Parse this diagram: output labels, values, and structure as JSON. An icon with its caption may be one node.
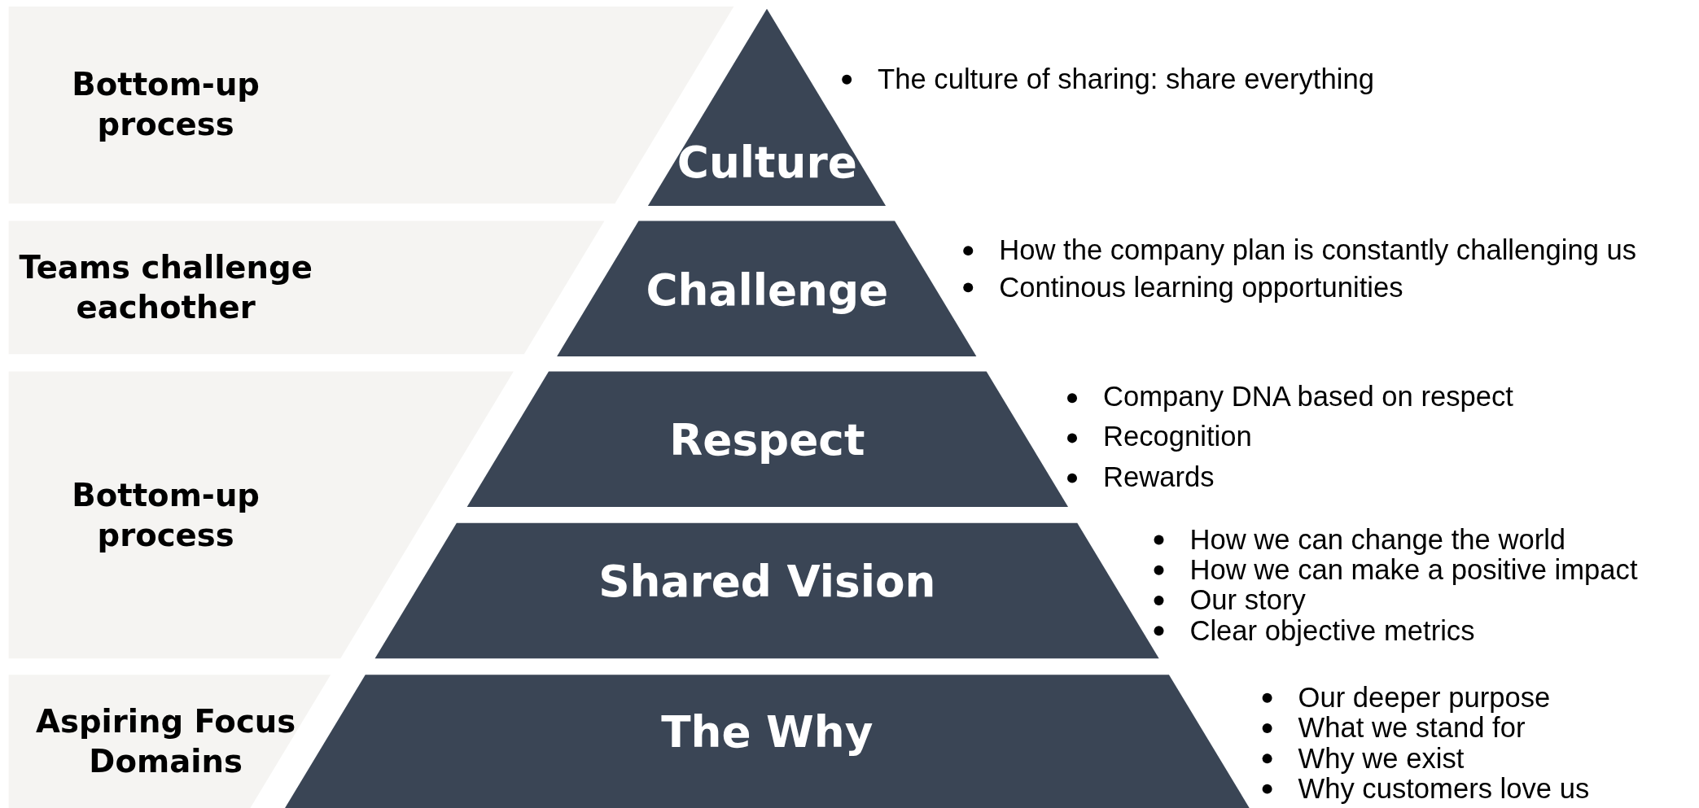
{
  "diagram": {
    "nodes": [
      {
        "text": [
          "Bottom-up process"
        ]
      },
      {
        "text": [
          "Culture"
        ],
        "beside": [
          "The culture of sharing: share everything"
        ]
      },
      {
        "text": [
          "Teams challenge eachother"
        ]
      },
      {
        "text": [
          "Challenge"
        ],
        "beside": [
          "How the company plan is constantly challenging us",
          "Continous learning opportunities"
        ]
      },
      {
        "text": [
          "Bottom-up process"
        ]
      },
      {
        "text": [
          "Respect"
        ],
        "beside": [
          "Company DNA based on respect",
          "Recognition",
          "Rewards"
        ]
      },
      {
        "text": [
          "Shared Vision"
        ],
        "beside": [
          "How we can change the world",
          "How we can make a positive impact",
          "Our story",
          "Clear objective metrics"
        ]
      },
      {
        "text": [
          "Aspiring Focus Domains"
        ]
      },
      {
        "text": [
          "The Why"
        ],
        "beside": [
          "Our deeper purpose",
          "What we stand for",
          "Why we exist",
          "Why customers love us"
        ]
      }
    ],
    "edges": []
  }
}
